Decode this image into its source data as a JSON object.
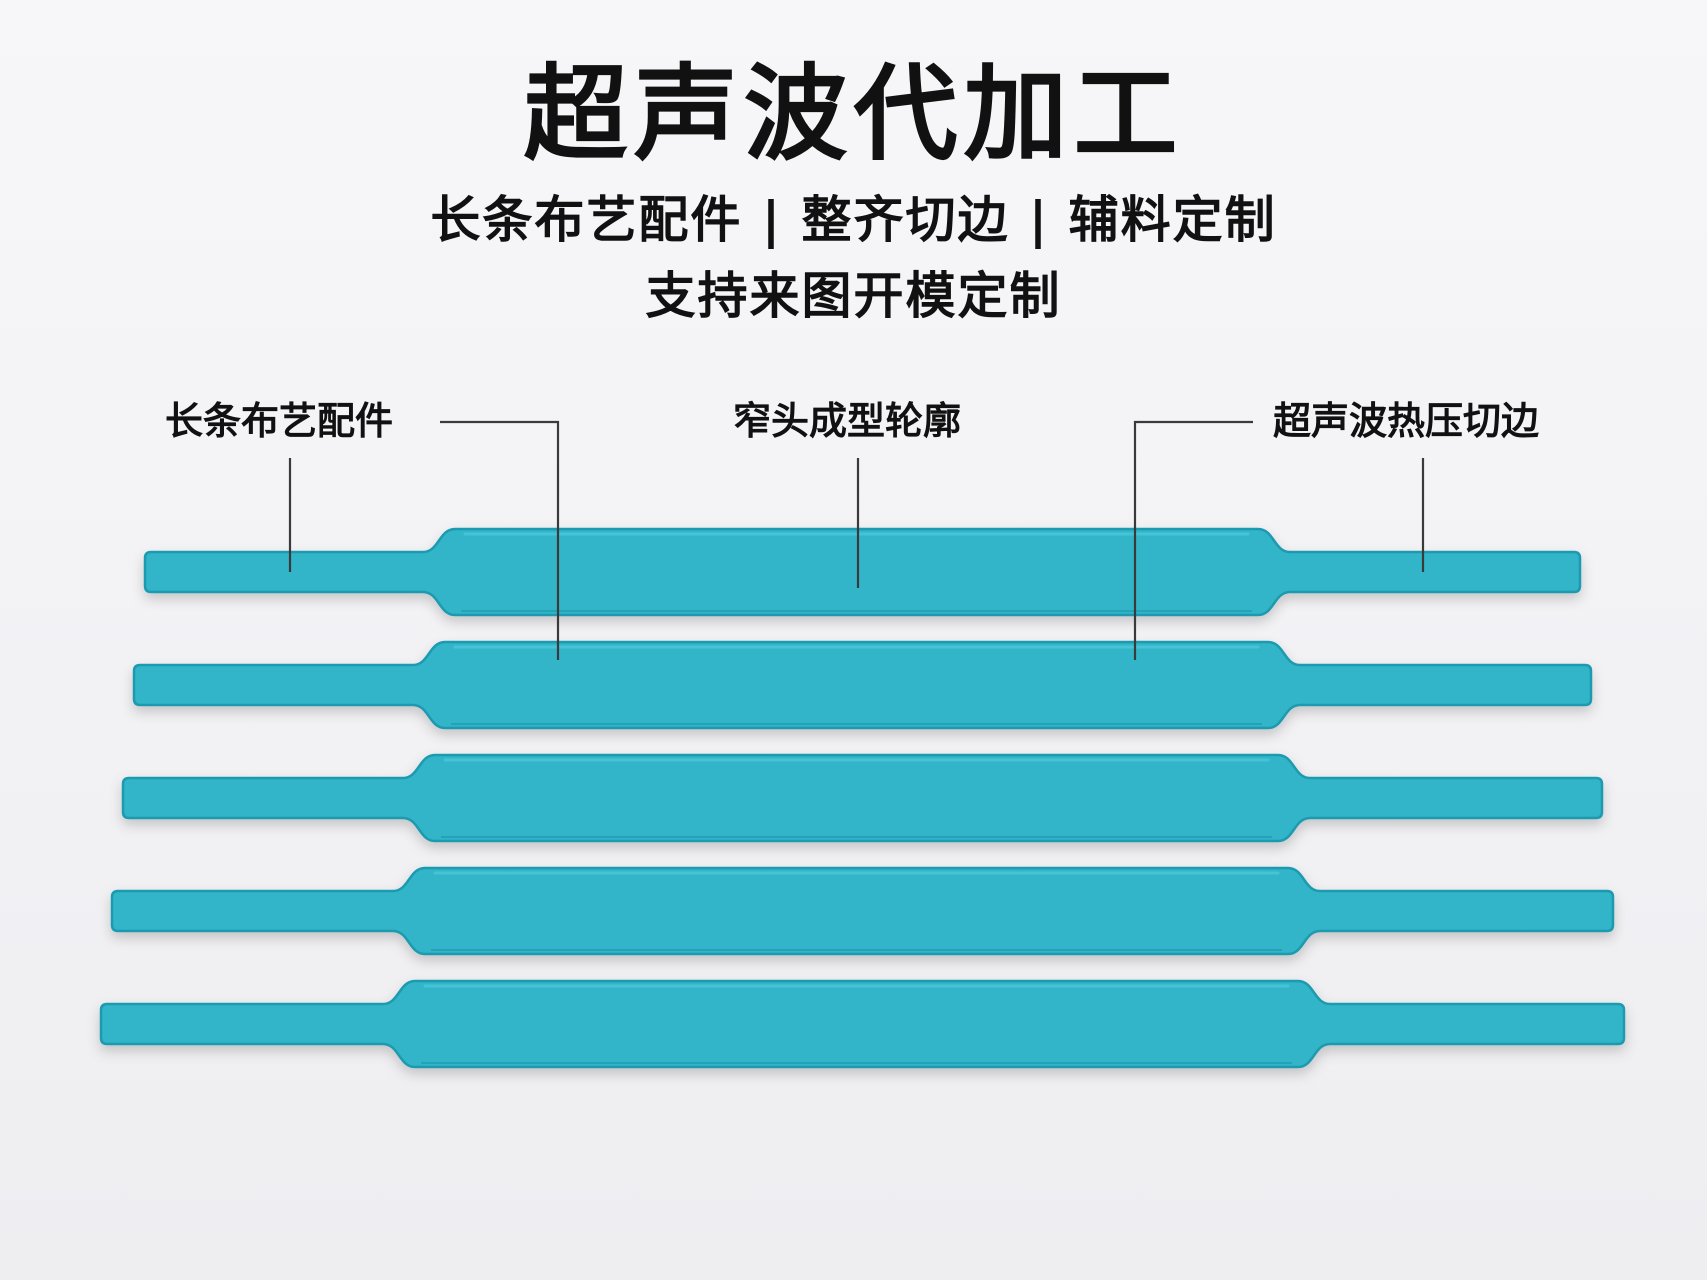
{
  "header": {
    "title": "超声波代加工",
    "subtitle_line1": "长条布艺配件 | 整齐切边 | 辅料定制",
    "subtitle_line2": "支持来图开模定制"
  },
  "callouts": {
    "left": "长条布艺配件",
    "center": "窄头成型轮廓",
    "right": "超声波热压切边"
  },
  "product": {
    "strap_count": 5,
    "strap_color": "#30b5c9",
    "edge_color": "#1f9aaf",
    "highlight_color": "#4cc7d8"
  }
}
